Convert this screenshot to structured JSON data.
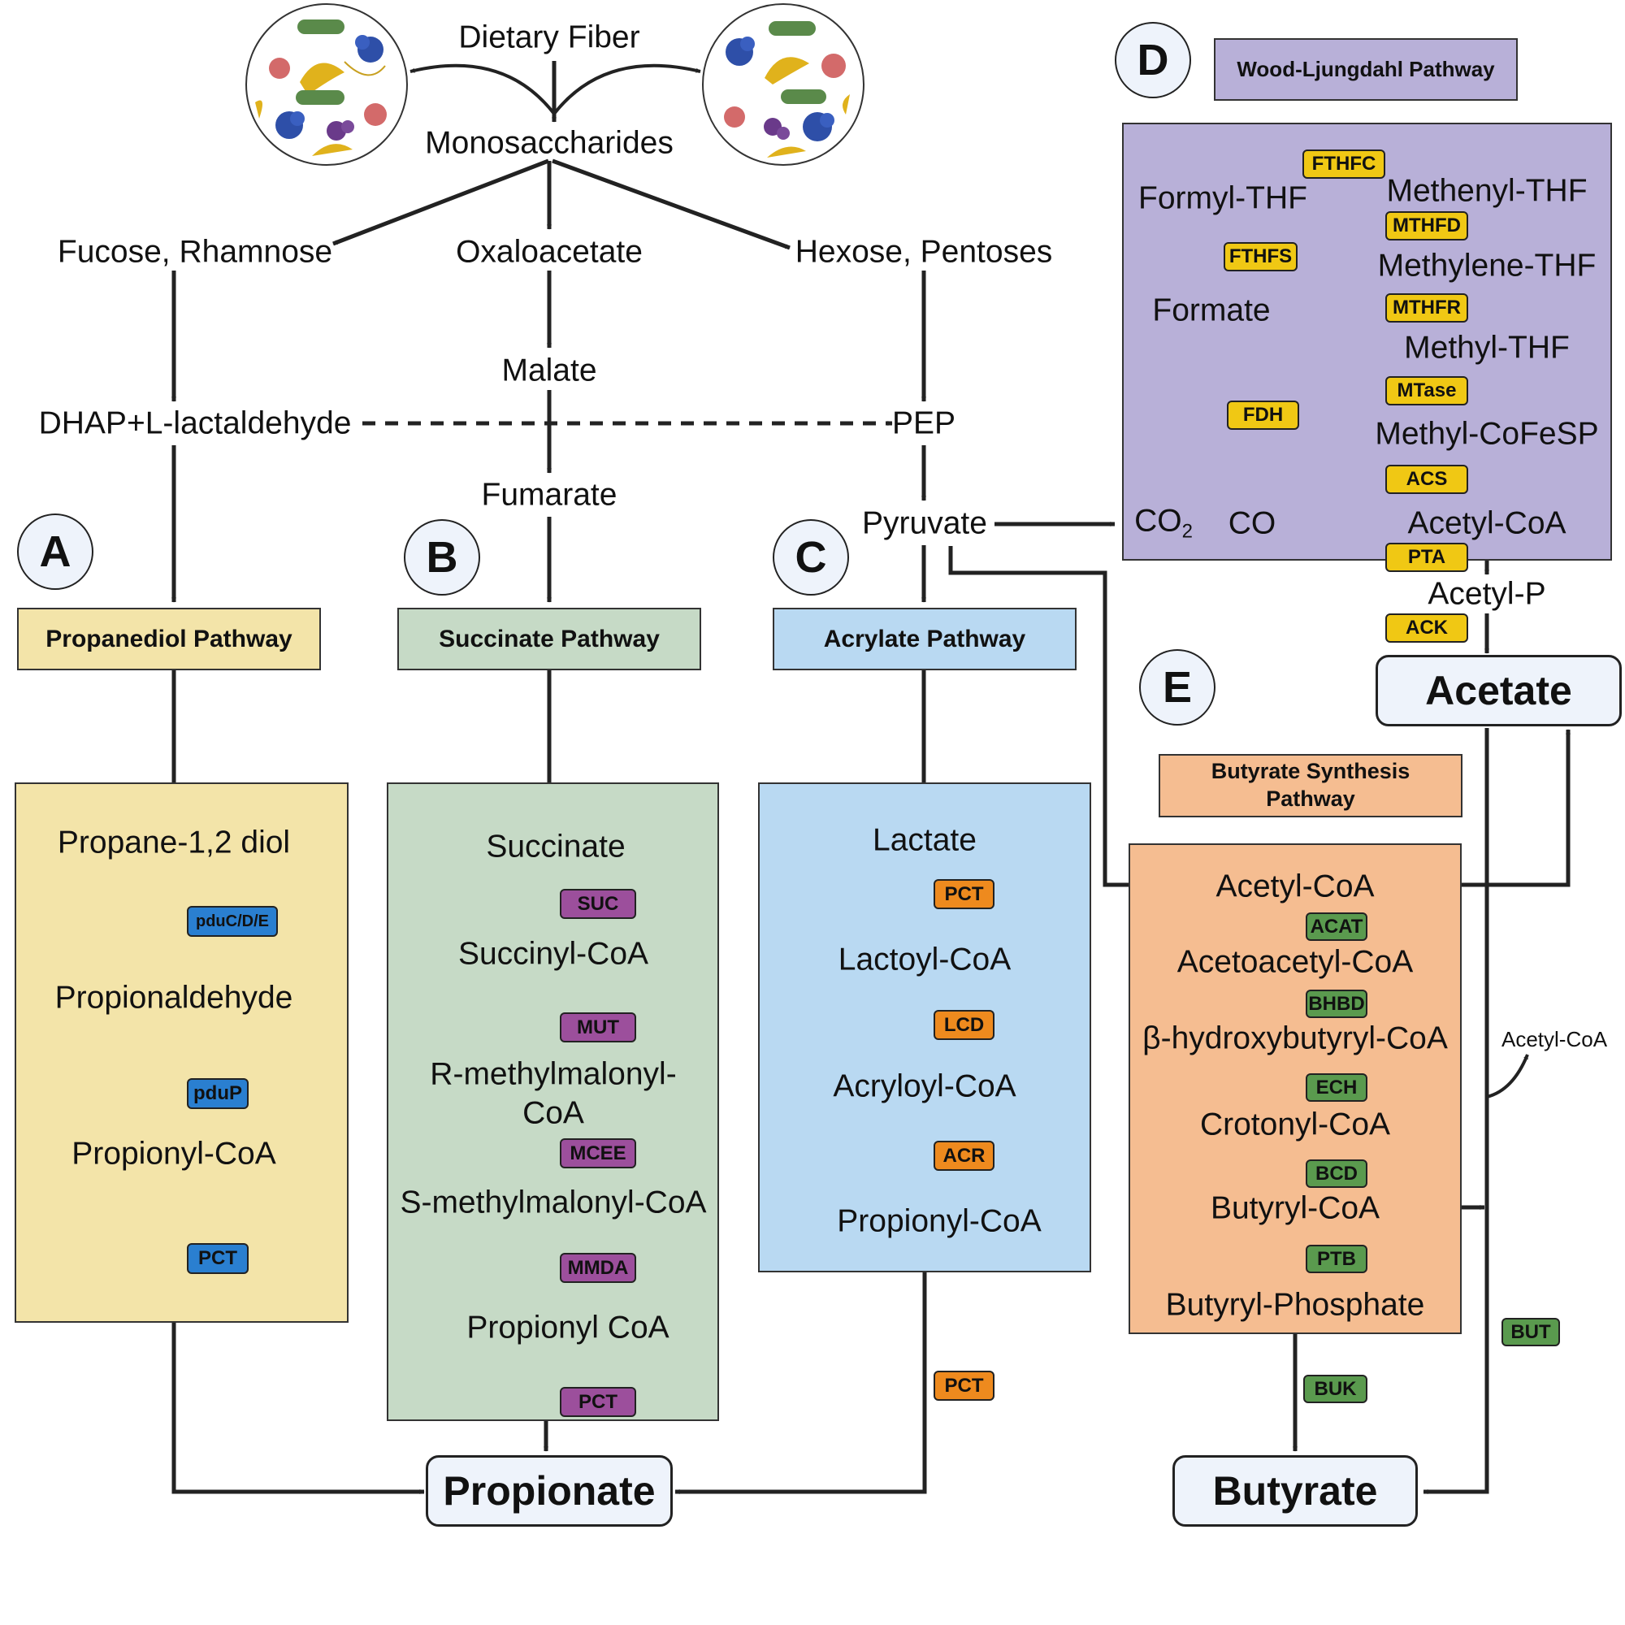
{
  "top": {
    "dietary_fiber": "Dietary Fiber",
    "monosaccharides": "Monosaccharides",
    "fucose_rhamnose": "Fucose, Rhamnose",
    "oxaloacetate": "Oxaloacetate",
    "hexose_pentoses": "Hexose, Pentoses",
    "dhap": "DHAP+L-lactaldehyde",
    "malate": "Malate",
    "pep": "PEP",
    "fumarate": "Fumarate",
    "pyruvate": "Pyruvate"
  },
  "sections": {
    "A": {
      "letter": "A",
      "title": "Propanediol Pathway",
      "color": "#f3e4a9",
      "metabolites": [
        "Propane-1,2 diol",
        "Propionaldehyde",
        "Propionyl-CoA"
      ],
      "enzymes": [
        "pduC/D/E",
        "pduP",
        "PCT"
      ],
      "enzyme_color": "#2a7fd0"
    },
    "B": {
      "letter": "B",
      "title": "Succinate Pathway",
      "color": "#c6dac6",
      "metabolites": [
        "Succinate",
        "Succinyl-CoA",
        "R-methylmalonyl-",
        "CoA",
        "S-methylmalonyl-CoA",
        "Propionyl CoA"
      ],
      "enzymes": [
        "SUC",
        "MUT",
        "MCEE",
        "MMDA",
        "PCT"
      ],
      "enzyme_color": "#9c4f9c"
    },
    "C": {
      "letter": "C",
      "title": "Acrylate Pathway",
      "color": "#b9d9f2",
      "metabolites": [
        "Lactate",
        "Lactoyl-CoA",
        "Acryloyl-CoA",
        "Propionyl-CoA"
      ],
      "enzymes": [
        "PCT",
        "LCD",
        "ACR",
        "PCT"
      ],
      "enzyme_color": "#ee8a1e"
    },
    "D": {
      "letter": "D",
      "title": "Wood-Ljungdahl Pathway",
      "color": "#b8b0d8",
      "metabolites": [
        "Formyl-THF",
        "Methenyl-THF",
        "Methylene-THF",
        "Formate",
        "Methyl-THF",
        "Methyl-CoFeSP",
        "CO",
        "CO",
        "Acetyl-CoA",
        "Acetyl-P"
      ],
      "co2_subscript": "2",
      "enzymes": [
        "FTHFC",
        "MTHFD",
        "FTHFS",
        "MTHFR",
        "MTase",
        "FDH",
        "ACS",
        "PTA",
        "ACK"
      ],
      "enzyme_color": "#f0c814"
    },
    "E": {
      "letter": "E",
      "title_line1": "Butyrate Synthesis",
      "title_line2": "Pathway",
      "color": "#f5bd91",
      "metabolites": [
        "Acetyl-CoA",
        "Acetoacetyl-CoA",
        "β-hydroxybutyryl-CoA",
        "Crotonyl-CoA",
        "Butyryl-CoA",
        "Butyryl-Phosphate"
      ],
      "enzymes": [
        "ACAT",
        "BHBD",
        "ECH",
        "BCD",
        "PTB",
        "BUK",
        "BUT"
      ],
      "enzyme_color": "#5a9a4e",
      "side_label": "Acetyl-CoA"
    }
  },
  "products": {
    "propionate": "Propionate",
    "acetate": "Acetate",
    "butyrate": "Butyrate"
  },
  "colors": {
    "final_box_fill": "#eef3fb",
    "arrow": "#222222"
  },
  "icons": [
    "gut-bacteria-icon",
    "gut-bacteria-icon"
  ]
}
